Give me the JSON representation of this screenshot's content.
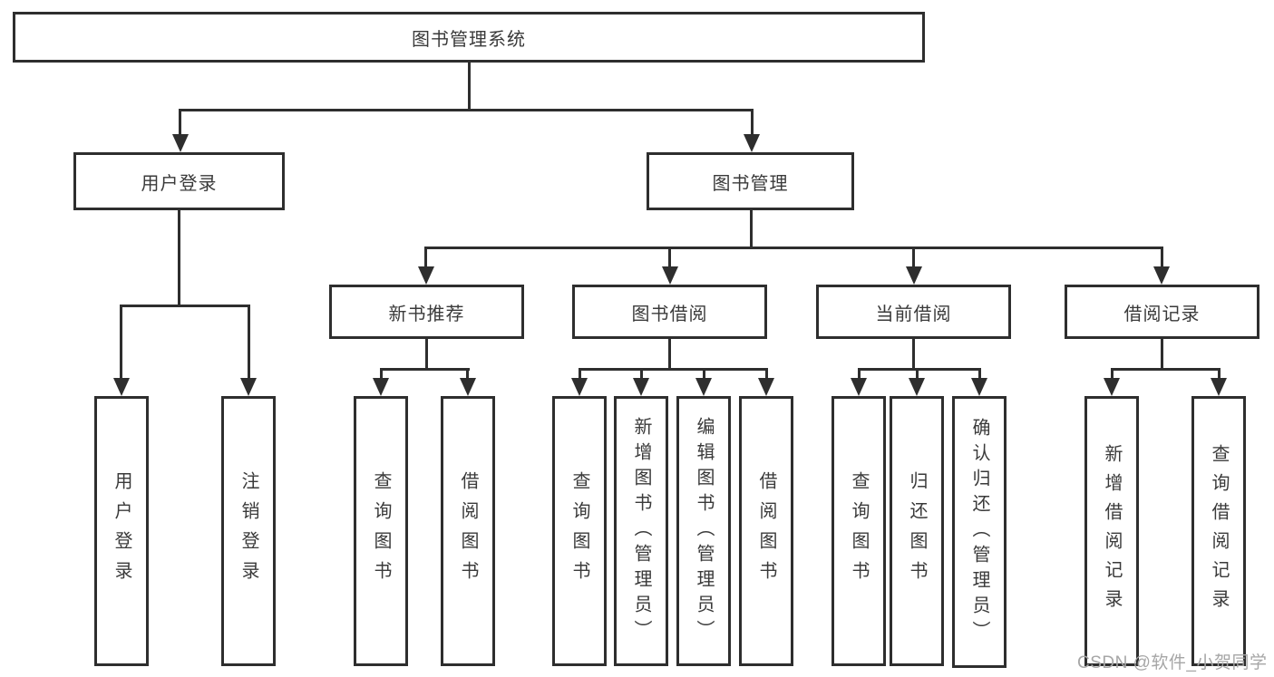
{
  "diagram": {
    "root": {
      "label": "图书管理系统"
    },
    "level2": [
      {
        "id": "user-login",
        "label": "用户登录"
      },
      {
        "id": "book-management",
        "label": "图书管理"
      }
    ],
    "level3": [
      {
        "id": "new-book-recommendation",
        "label": "新书推荐",
        "parent": "book-management"
      },
      {
        "id": "book-borrowing",
        "label": "图书借阅",
        "parent": "book-management"
      },
      {
        "id": "current-borrowing",
        "label": "当前借阅",
        "parent": "book-management"
      },
      {
        "id": "borrowing-records",
        "label": "借阅记录",
        "parent": "book-management"
      }
    ],
    "leaves": [
      {
        "group": "user-login",
        "label": "用户登录"
      },
      {
        "group": "user-login",
        "label": "注销登录"
      },
      {
        "group": "new-book-recommendation",
        "label": "查询图书"
      },
      {
        "group": "new-book-recommendation",
        "label": "借阅图书"
      },
      {
        "group": "book-borrowing",
        "label": "查询图书"
      },
      {
        "group": "book-borrowing",
        "label": "新增图书（管理员）"
      },
      {
        "group": "book-borrowing",
        "label": "编辑图书（管理员）"
      },
      {
        "group": "book-borrowing",
        "label": "借阅图书"
      },
      {
        "group": "current-borrowing",
        "label": "查询图书"
      },
      {
        "group": "current-borrowing",
        "label": "归还图书"
      },
      {
        "group": "current-borrowing",
        "label": "确认归还（管理员）"
      },
      {
        "group": "borrowing-records",
        "label": "新增借阅记录"
      },
      {
        "group": "borrowing-records",
        "label": "查询借阅记录"
      }
    ],
    "watermark": "CSDN @软件_小贺同学",
    "colors": {
      "line": "#2e2e2e",
      "text": "#3a3a3a",
      "background": "#ffffff",
      "watermark": "#a6a6a6"
    }
  }
}
